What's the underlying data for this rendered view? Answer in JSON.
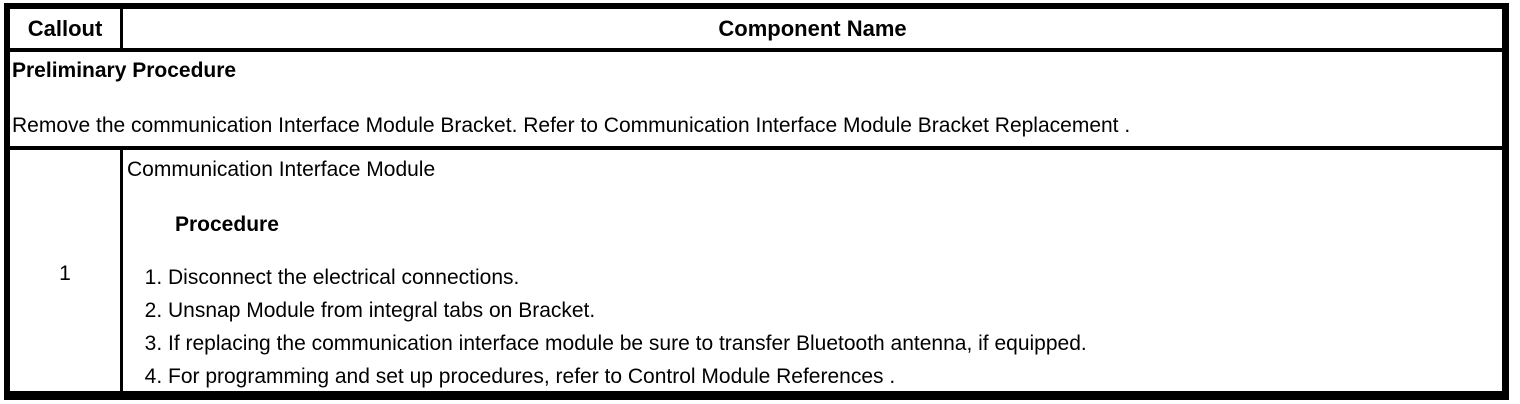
{
  "table": {
    "header": {
      "callout": "Callout",
      "component_name": "Component Name"
    },
    "preliminary": {
      "title": "Preliminary Procedure",
      "text": "Remove the communication Interface Module Bracket. Refer to Communication Interface Module Bracket Replacement ."
    },
    "rows": [
      {
        "callout": "1",
        "component": "Communication Interface Module",
        "procedure_heading": "Procedure",
        "steps": [
          "Disconnect the electrical connections.",
          "Unsnap Module from integral tabs on Bracket.",
          "If replacing the communication interface module be sure to transfer Bluetooth antenna, if equipped.",
          "For programming and set up procedures, refer to Control Module References ."
        ]
      }
    ]
  },
  "colors": {
    "border": "#000000",
    "background": "#ffffff",
    "text": "#000000"
  }
}
